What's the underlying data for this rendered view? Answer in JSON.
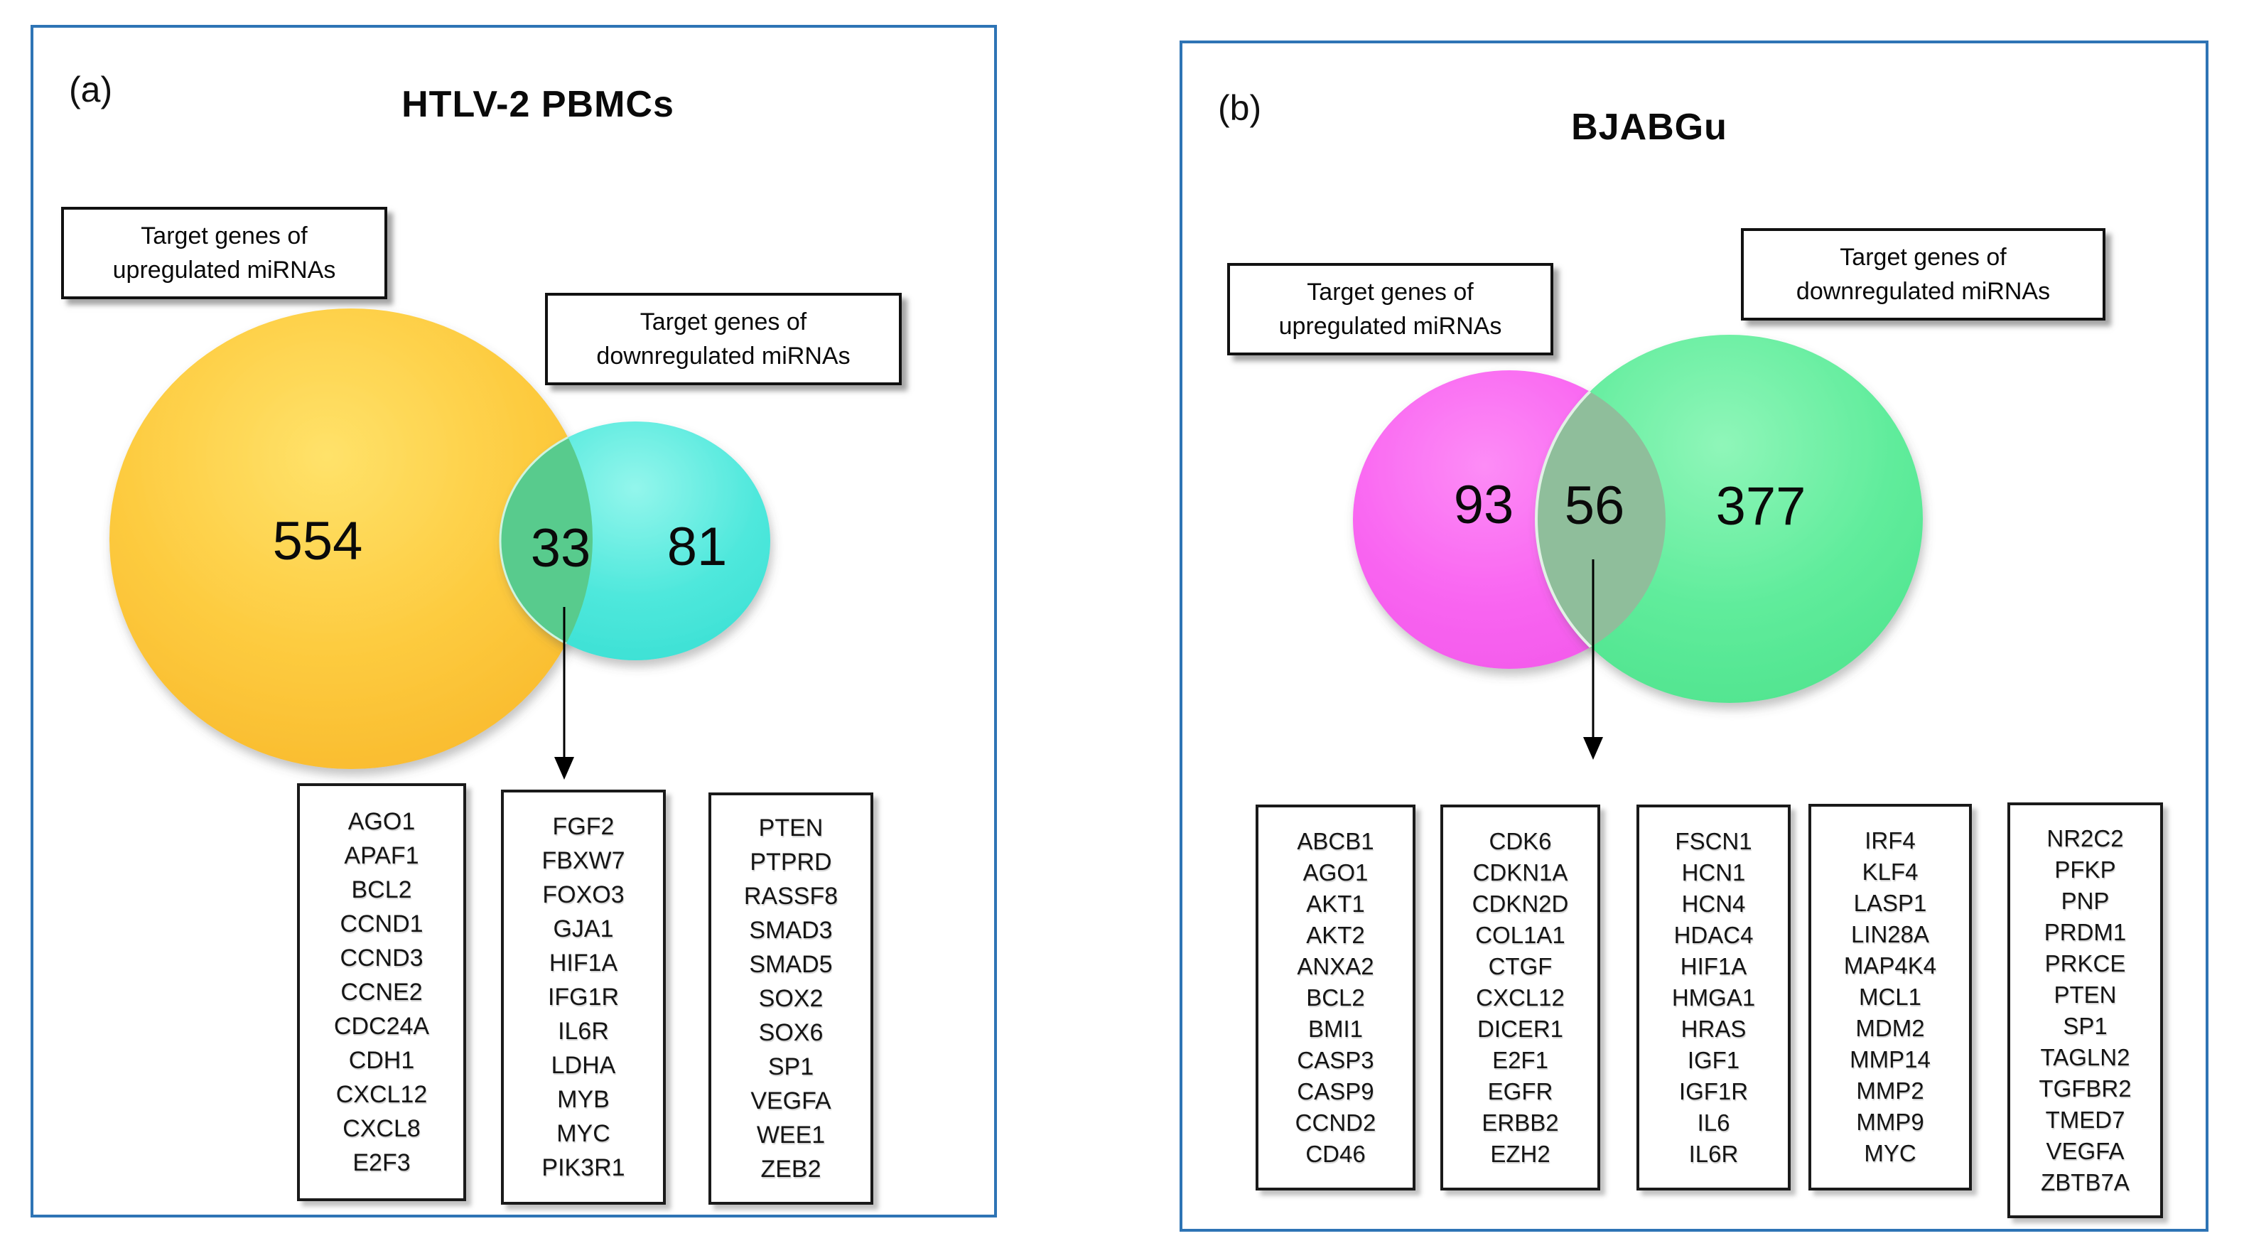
{
  "figure": {
    "panel_border_color": "#2E74B5",
    "text_color": "#0a0a0a"
  },
  "panels": [
    {
      "label": "(a)",
      "title": "HTLV-2 PBMCs",
      "left_set": {
        "label_lines": [
          "Target genes of",
          "upregulated miRNAs"
        ],
        "count": "554",
        "color": "#FDC93E"
      },
      "right_set": {
        "label_lines": [
          "Target genes of",
          "downregulated miRNAs"
        ],
        "count": "81",
        "color": "#46E6DA"
      },
      "overlap": {
        "count": "33",
        "color": "#58CB8D"
      },
      "gene_boxes": [
        [
          "AGO1",
          "APAF1",
          "BCL2",
          "CCND1",
          "CCND3",
          "CCNE2",
          "CDC24A",
          "CDH1",
          "CXCL12",
          "CXCL8",
          "E2F3"
        ],
        [
          "FGF2",
          "FBXW7",
          "FOXO3",
          "GJA1",
          "HIF1A",
          "IFG1R",
          "IL6R",
          "LDHA",
          "MYB",
          "MYC",
          "PIK3R1"
        ],
        [
          "PTEN",
          "PTPRD",
          "RASSF8",
          "SMAD3",
          "SMAD5",
          "SOX2",
          "SOX6",
          "SP1",
          "VEGFA",
          "WEE1",
          "ZEB2"
        ]
      ]
    },
    {
      "label": "(b)",
      "title": "BJABGu",
      "left_set": {
        "label_lines": [
          "Target genes of",
          "upregulated miRNAs"
        ],
        "count": "93",
        "color": "#F966F1"
      },
      "right_set": {
        "label_lines": [
          "Target genes of",
          "downregulated miRNAs"
        ],
        "count": "377",
        "color": "#5FEC9B"
      },
      "overlap": {
        "count": "56",
        "color": "#8FBE9B"
      },
      "gene_boxes": [
        [
          "ABCB1",
          "AGO1",
          "AKT1",
          "AKT2",
          "ANXA2",
          "BCL2",
          "BMI1",
          "CASP3",
          "CASP9",
          "CCND2",
          "CD46"
        ],
        [
          "CDK6",
          "CDKN1A",
          "CDKN2D",
          "COL1A1",
          "CTGF",
          "CXCL12",
          "DICER1",
          "E2F1",
          "EGFR",
          "ERBB2",
          "EZH2"
        ],
        [
          "FSCN1",
          "HCN1",
          "HCN4",
          "HDAC4",
          "HIF1A",
          "HMGA1",
          "HRAS",
          "IGF1",
          "IGF1R",
          "IL6",
          "IL6R"
        ],
        [
          "IRF4",
          "KLF4",
          "LASP1",
          "LIN28A",
          "MAP4K4",
          "MCL1",
          "MDM2",
          "MMP14",
          "MMP2",
          "MMP9",
          "MYC"
        ],
        [
          "NR2C2",
          "PFKP",
          "PNP",
          "PRDM1",
          "PRKCE",
          "PTEN",
          "SP1",
          "TAGLN2",
          "TGFBR2",
          "TMED7",
          "VEGFA",
          "ZBTB7A"
        ]
      ]
    }
  ]
}
